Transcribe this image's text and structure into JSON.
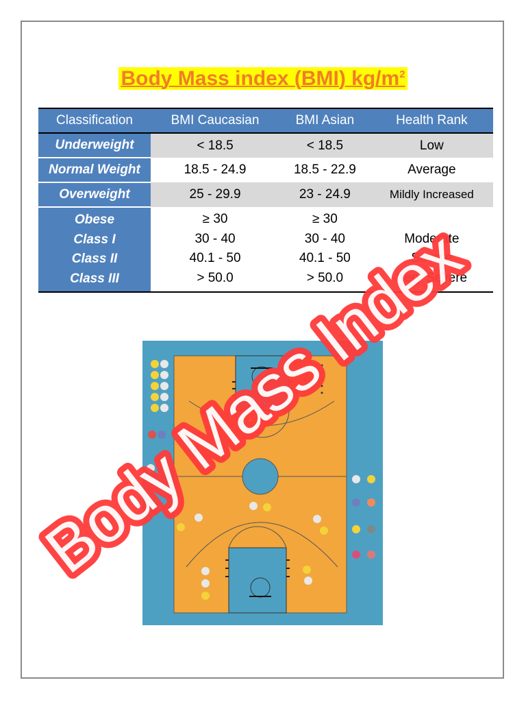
{
  "title": {
    "main": "Body Mass index (BMI) kg/m",
    "superscript": "2"
  },
  "table": {
    "headers": [
      "Classification",
      "BMI Caucasian",
      "BMI Asian",
      "Health Rank"
    ],
    "rows": [
      {
        "classification": "Underweight",
        "caucasian": "< 18.5",
        "asian": "< 18.5",
        "rank": "Low"
      },
      {
        "classification": "Normal Weight",
        "caucasian": "18.5 - 24.9",
        "asian": "18.5 - 22.9",
        "rank": "Average"
      },
      {
        "classification": "Overweight",
        "caucasian": "25 - 29.9",
        "asian": "23 - 24.9",
        "rank": "Mildly Increased"
      }
    ],
    "obese": {
      "classification": [
        "Obese",
        "Class I",
        "Class II",
        "Class III"
      ],
      "caucasian": [
        "≥ 30",
        "30 - 40",
        "40.1 - 50",
        "> 50.0"
      ],
      "asian": [
        "≥ 30",
        "30 - 40",
        "40.1 - 50",
        "> 50.0"
      ],
      "rank": [
        "",
        "Moderate",
        "Severe",
        "Very Severe"
      ]
    }
  },
  "watermark": "Body Mass Index",
  "colors": {
    "title": "#f07d2a",
    "title_highlight": "#ffff00",
    "header_blue": "#4f81bd",
    "row_shade": "#d9d9d9",
    "watermark": "#ff3b3b",
    "court_floor": "#f2a63c",
    "court_surround": "#4ea0c2"
  }
}
